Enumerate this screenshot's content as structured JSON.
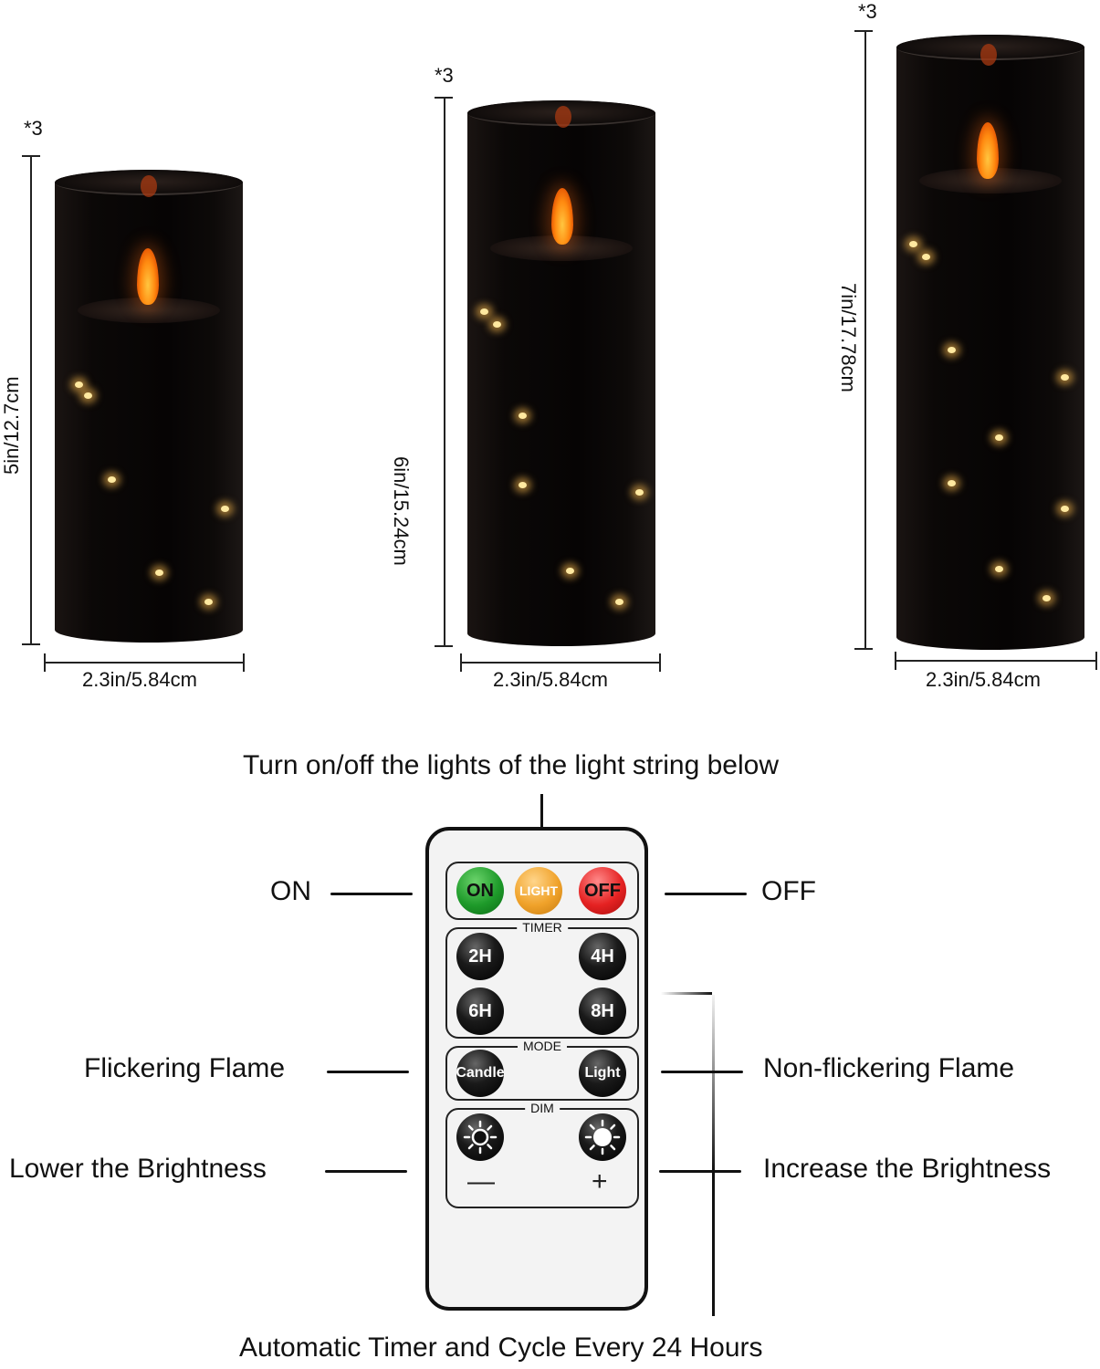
{
  "candles": [
    {
      "id": "small",
      "quantity": "*3",
      "height_label": "5in/12.7cm",
      "width_label": "2.3in/5.84cm"
    },
    {
      "id": "medium",
      "quantity": "*3",
      "height_label": "6in/15.24cm",
      "width_label": "2.3in/5.84cm"
    },
    {
      "id": "large",
      "quantity": "*3",
      "height_label": "7in/17.78cm",
      "width_label": "2.3in/5.84cm"
    }
  ],
  "remote": {
    "top_row": [
      {
        "label": "ON",
        "color": "#1e9a2a"
      },
      {
        "label": "LIGHT",
        "color": "#f0a22a"
      },
      {
        "label": "OFF",
        "color": "#e52222"
      }
    ],
    "timer": {
      "title": "TIMER",
      "buttons": [
        "2H",
        "4H",
        "6H",
        "8H"
      ]
    },
    "mode": {
      "title": "MODE",
      "buttons": [
        "Candle",
        "Light"
      ]
    },
    "dim": {
      "title": "DIM",
      "minus": "—",
      "plus": "+",
      "icons": [
        "sun-outline-icon",
        "sun-filled-icon"
      ]
    }
  },
  "callouts": {
    "top": "Turn on/off the lights of the light string below",
    "on": "ON",
    "off": "OFF",
    "flickering": "Flickering Flame",
    "non_flickering": "Non-flickering Flame",
    "lower": "Lower the Brightness",
    "increase": "Increase the Brightness",
    "bottom": "Automatic Timer and Cycle Every 24 Hours"
  }
}
